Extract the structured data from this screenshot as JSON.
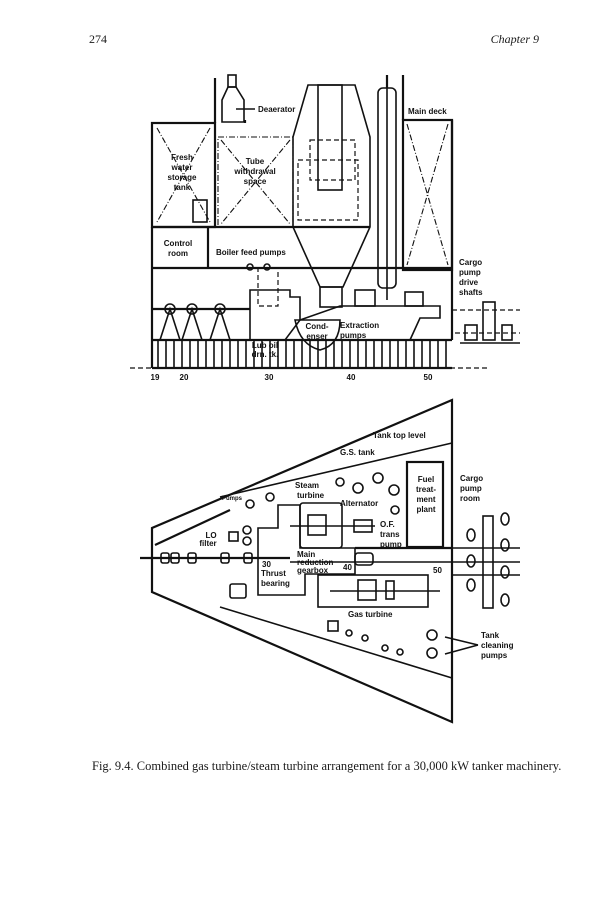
{
  "page": {
    "number": "274",
    "chapter": "Chapter 9"
  },
  "figure": {
    "caption": "Fig. 9.4. Combined gas turbine/steam turbine arrangement for a 30,000 kW tanker machinery.",
    "elevation_labels": {
      "deaerator": "Deaerator",
      "main_deck": "Main deck",
      "fresh_water": [
        "Fresh",
        "water",
        "storage",
        "tank"
      ],
      "tube_withdrawal": [
        "Tube",
        "withdrawal",
        "space"
      ],
      "control_room": [
        "Control",
        "room"
      ],
      "boiler_feed_pumps": "Boiler feed pumps",
      "cargo_pump_drive_shafts": [
        "Cargo",
        "pump",
        "drive",
        "shafts"
      ],
      "condenser": [
        "Cond-",
        "enser"
      ],
      "extraction_pumps": [
        "Extraction",
        "pumps"
      ],
      "lub_oil_tank": [
        "Lub oil",
        "drn. tk."
      ],
      "frames": [
        "19",
        "20",
        "30",
        "40",
        "50"
      ]
    },
    "plan_labels": {
      "tank_top_level": "Tank top level",
      "gs_tank": "G.S. tank",
      "steam_turbine": [
        "Steam",
        "turbine"
      ],
      "pumps": "Pumps",
      "alternator": "Alternator",
      "fuel_treatment_plant": [
        "Fuel",
        "treat-",
        "ment",
        "plant"
      ],
      "cargo_pump_room": [
        "Cargo",
        "pump",
        "room"
      ],
      "of_trans_pump": [
        "O.F.",
        "trans",
        "pump"
      ],
      "lo_filter": [
        "LO",
        "filter"
      ],
      "main_reduction_gearbox": [
        "Main",
        "reduction",
        "gearbox"
      ],
      "thrust_bearing": [
        "Thrust",
        "bearing"
      ],
      "gas_turbine": "Gas turbine",
      "tank_cleaning_pumps": [
        "Tank",
        "cleaning",
        "pumps"
      ],
      "frames": [
        "30",
        "40",
        "50"
      ]
    }
  }
}
